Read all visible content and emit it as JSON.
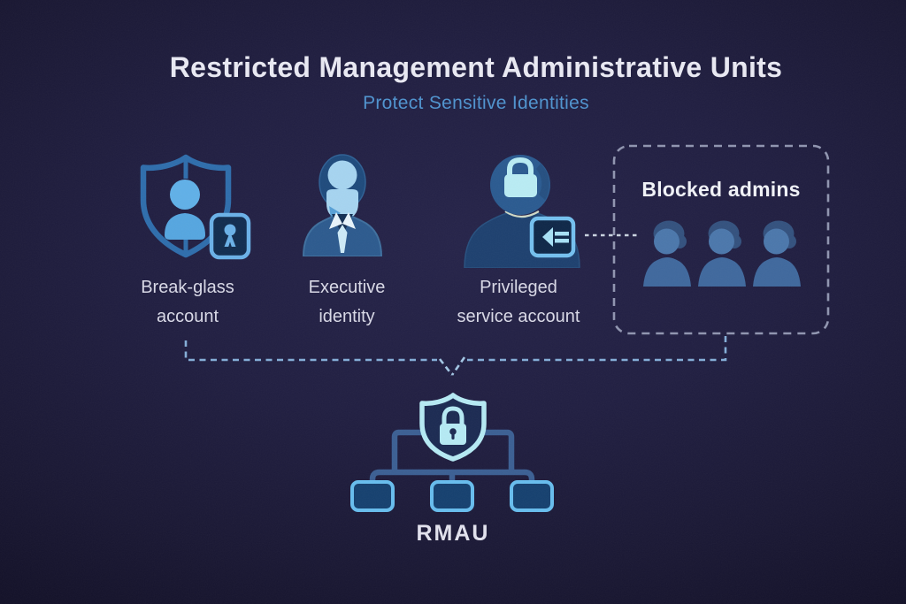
{
  "header": {
    "title": "Restricted Management Administrative Units",
    "subtitle": "Protect Sensitive Identities"
  },
  "identities": [
    {
      "icon": "shield-user-lock-icon",
      "lines": [
        "Break-glass",
        "account"
      ]
    },
    {
      "icon": "executive-user-icon",
      "lines": [
        "Executive",
        "identity"
      ]
    },
    {
      "icon": "hooded-user-keycard-icon",
      "lines": [
        "Privileged",
        "service account"
      ]
    }
  ],
  "blocked": {
    "title": "Blocked admins",
    "member_count": 3
  },
  "rmau": {
    "label": "RMAU",
    "child_unit_count": 3
  },
  "colors": {
    "title_text": "#e9e9f3",
    "subtitle_text": "#4f93cf",
    "label_text": "#d9d9e7",
    "icon_blue_light": "#5fb0e8",
    "icon_blue_mid": "#2e6dac",
    "icon_face_light": "#a6d4f0",
    "icon_cyan": "#b5eaf4",
    "blocked_person_blue": "#4b77ab",
    "dashed_line_blue": "#84aed8",
    "dashed_box_gray": "#9095b0",
    "org_line_blue": "#3b5f93",
    "org_box_border": "#67bdee",
    "org_box_fill": "#15406f"
  }
}
